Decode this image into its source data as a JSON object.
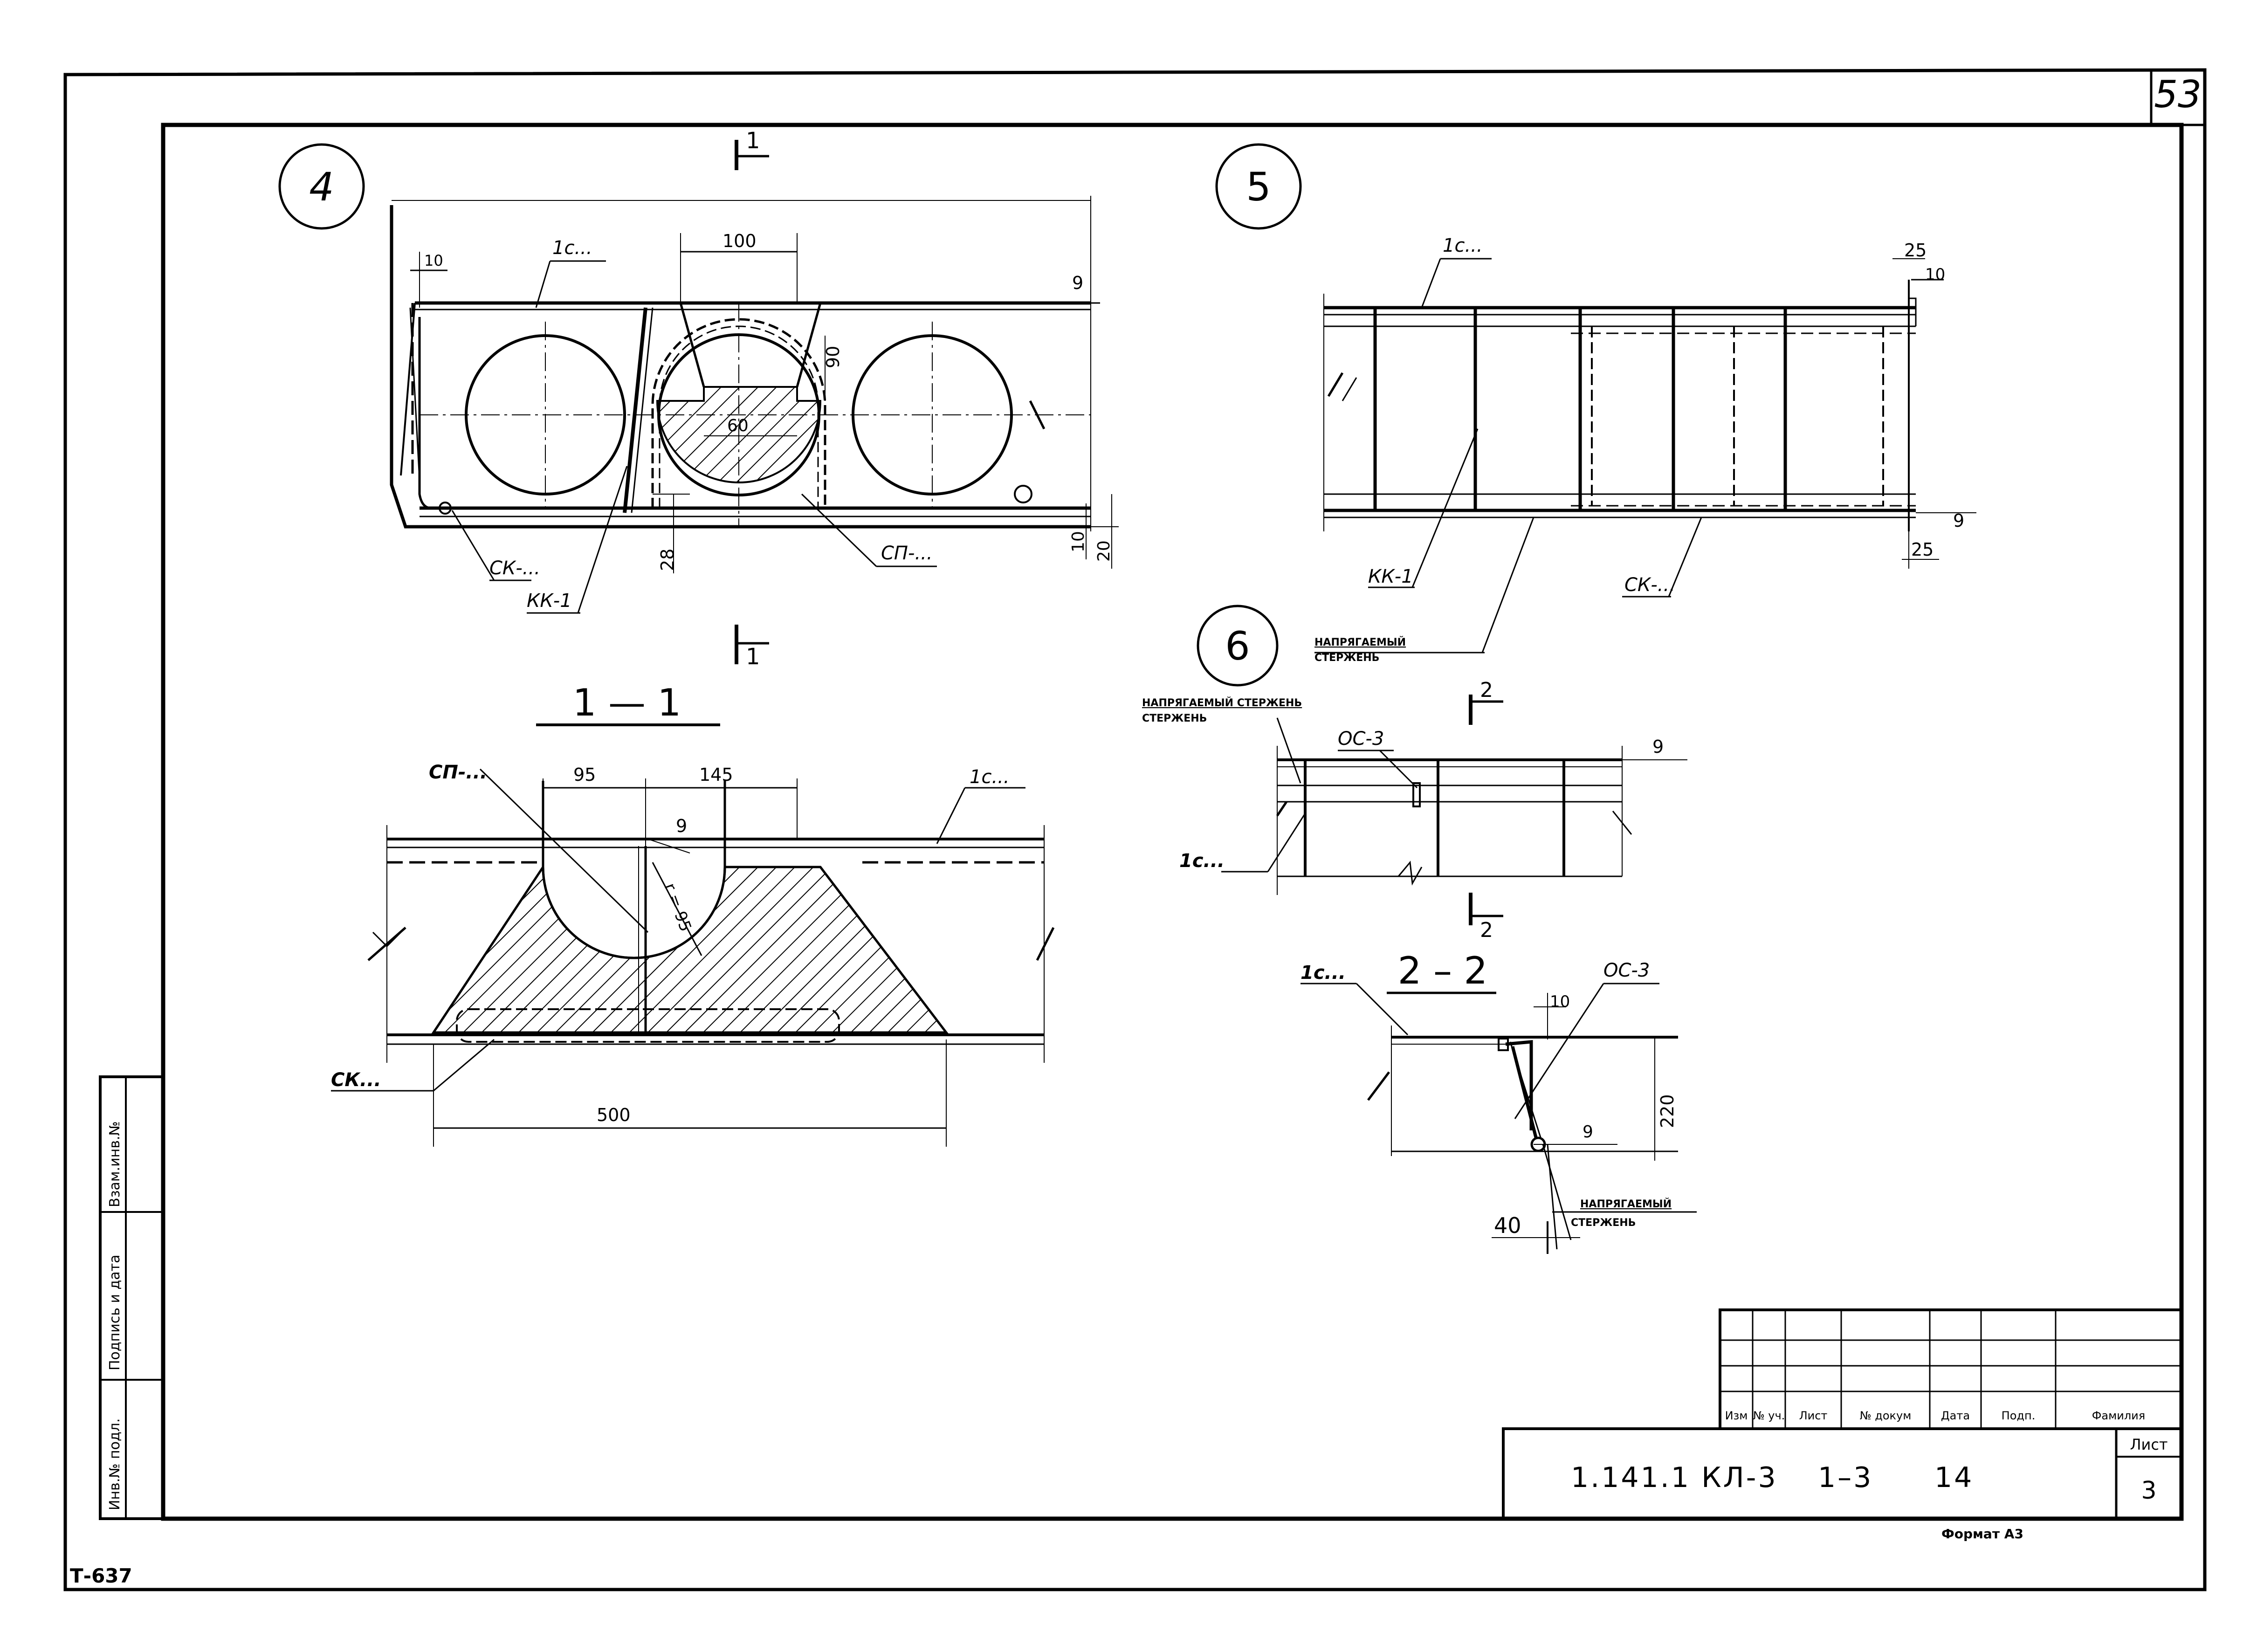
{
  "sheet": {
    "page_number": "53",
    "inventory": "Т-637",
    "format_label": "Формат А3"
  },
  "views": {
    "v4": {
      "circle": "4",
      "labels": [
        "1с...",
        "СК-...",
        "КК-1",
        "СП-..."
      ],
      "dims": [
        "100",
        "10",
        "9",
        "90",
        "60",
        "28",
        "10",
        "20"
      ],
      "section_mark": "1"
    },
    "v5": {
      "circle": "5",
      "labels": [
        "1с...",
        "КК-1",
        "СК-..."
      ],
      "dims": [
        "25",
        "10",
        "9",
        "25"
      ]
    },
    "v6": {
      "circle": "6",
      "labels": [
        "НАПРЯГАЕМЫЙ СТЕРЖЕНЬ",
        "ОС-3",
        "1с..."
      ],
      "dims": [
        "9"
      ],
      "section_mark": "2"
    },
    "s11": {
      "title": "1 — 1",
      "labels": [
        "СП-...",
        "1с...",
        "СК..."
      ],
      "dims": [
        "95",
        "145",
        "9",
        "r = 95",
        "500"
      ]
    },
    "s22": {
      "title": "2 – 2",
      "labels": [
        "1с...",
        "ОС-3",
        "НАПРЯГАЕМЫЙ СТЕРЖЕНЬ"
      ],
      "dims": [
        "10",
        "220",
        "9",
        "40"
      ]
    },
    "napr": {
      "line1": "НАПРЯГАЕМЫЙ",
      "line2": "СТЕРЖЕНЬ"
    }
  },
  "side_stamp": [
    "Инв.№ подл.",
    "Подпись и дата",
    "Взам.инв.№"
  ],
  "title_block": {
    "headers": [
      "Изм",
      "№ уч.",
      "Лист",
      "№ докум",
      "Дата",
      "Подп.",
      "Фамилия"
    ],
    "code": "1.141.1 КЛ-3",
    "issue": "1–3",
    "number": "14",
    "sheet_label": "Лист",
    "sheet_value": "3"
  }
}
